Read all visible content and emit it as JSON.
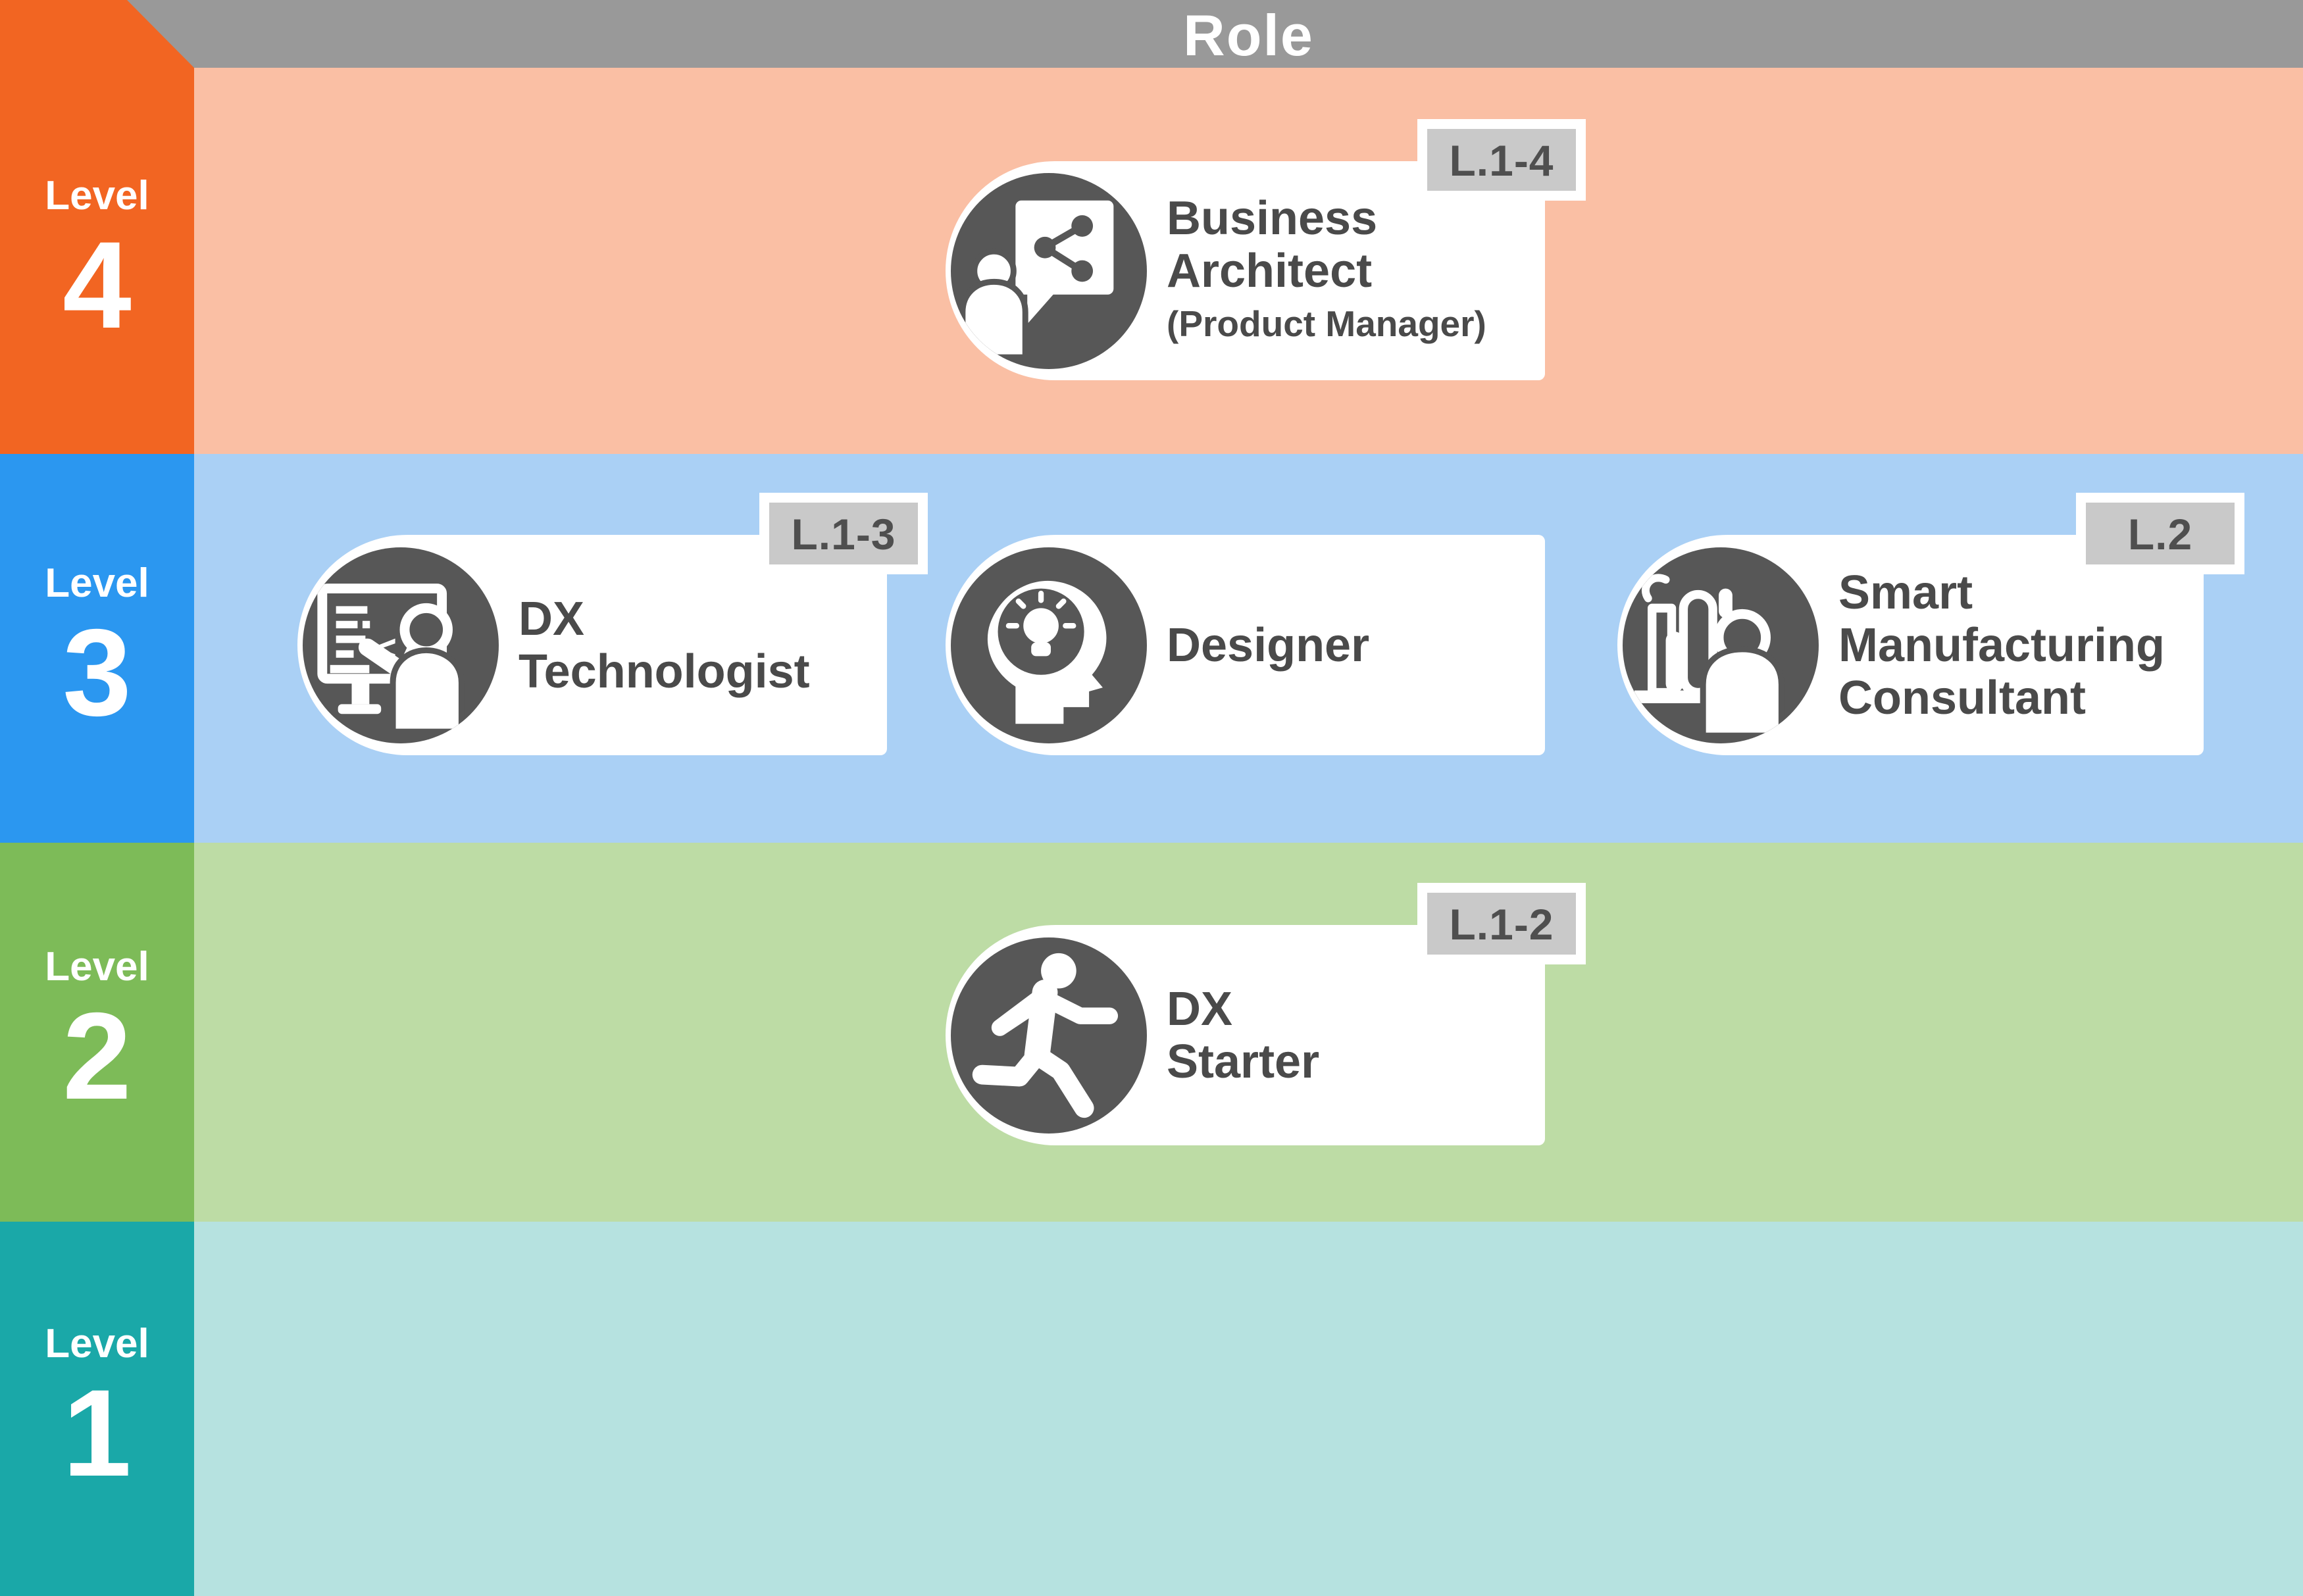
{
  "header": {
    "title": "Role"
  },
  "sidebar": {
    "levels": [
      {
        "label": "Level",
        "number": "4"
      },
      {
        "label": "Level",
        "number": "3"
      },
      {
        "label": "Level",
        "number": "2"
      },
      {
        "label": "Level",
        "number": "1"
      }
    ]
  },
  "cards": {
    "business_architect": {
      "badge": "L.1-4",
      "lines": [
        "Business",
        "Architect"
      ],
      "subtitle": "(Product Manager)",
      "icon": "presenter-share-board-icon",
      "level_row": "Level 4"
    },
    "dx_technologist": {
      "badge": "L.1-3",
      "lines": [
        "DX",
        "Technologist"
      ],
      "icon": "code-screen-presenter-icon",
      "level_row": "Level 3"
    },
    "designer": {
      "lines": [
        "Designer"
      ],
      "icon": "head-lightbulb-icon",
      "level_row": "Level 3"
    },
    "smart_manufacturing_consultant": {
      "badge": "L.2",
      "lines": [
        "Smart",
        "Manufacturing",
        "Consultant"
      ],
      "icon": "factory-person-icon",
      "level_row": "Level 3"
    },
    "dx_starter": {
      "badge": "L.1-2",
      "lines": [
        "DX",
        "Starter"
      ],
      "icon": "running-person-icon",
      "level_row": "Level 2"
    }
  },
  "colors": {
    "header_bg": "#999999",
    "header_text": "#FFFFFF",
    "level4_sidebar": "#F26522",
    "level4_row": "#FABFA4",
    "level3_sidebar": "#2B97F0",
    "level3_row": "#AAD0F5",
    "level2_sidebar": "#7DBB58",
    "level2_row": "#BDDCA5",
    "level1_sidebar": "#1AA8A8",
    "level1_row": "#B6E2E0",
    "card_bg": "#FFFFFF",
    "card_text": "#4A4A4A",
    "icon_circle": "#575757",
    "icon_glyph": "#FFFFFF",
    "badge_bg": "#C9C9C9",
    "badge_text": "#4F4F4F",
    "badge_border": "#FFFFFF"
  }
}
